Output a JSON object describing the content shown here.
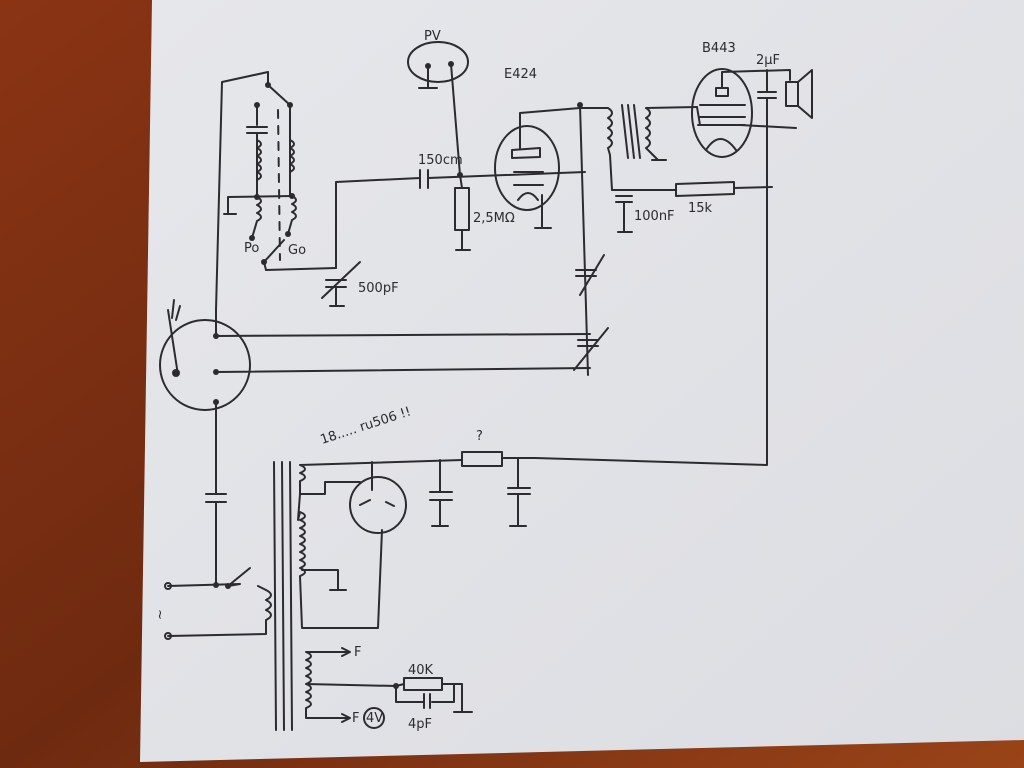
{
  "schematic": {
    "labels": {
      "pickup": "PV",
      "detector_tube": "E424",
      "output_tube": "B443",
      "speaker_cap": "2µF",
      "grid_cap": "150cm",
      "grid_leak": "2,5MΩ",
      "bypass_cap": "100nF",
      "screen_resistor": "15k",
      "tuning_cap": "500pF",
      "band_switch_left": "Po",
      "band_switch_right": "Go",
      "rectifier_note": "18..... ru506 !!",
      "unknown_resistor": "?",
      "bias_resistor": "40K",
      "bias_cap": "4pF",
      "filament_top": "F",
      "filament_bottom": "F",
      "filament_voltage": "4V",
      "mains": "~"
    },
    "colors": {
      "paper": "#e4e5e9",
      "wood": "#7a2f12",
      "ink": "#2b2b30"
    }
  }
}
